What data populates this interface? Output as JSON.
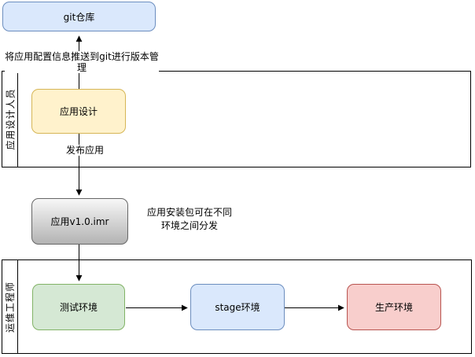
{
  "diagram": {
    "title": "application packaging and deployment flow",
    "nodes": {
      "git_repo": {
        "label": "git仓库",
        "fill": "#dae8fc",
        "stroke": "#6c8ebf"
      },
      "app_design": {
        "label": "应用设计",
        "fill": "#fff2cc",
        "stroke": "#d6b656"
      },
      "app_package": {
        "label": "应用v1.0.imr",
        "fill_top": "#f7f7f7",
        "fill_bottom": "#b3b3b3",
        "stroke": "#666666"
      },
      "test_env": {
        "label": "测试环境",
        "fill": "#d5e8d4",
        "stroke": "#82b366"
      },
      "stage_env": {
        "label": "stage环境",
        "fill": "#dae8fc",
        "stroke": "#6c8ebf"
      },
      "prod_env": {
        "label": "生产环境",
        "fill": "#f8cecc",
        "stroke": "#b85450"
      }
    },
    "lanes": {
      "designer": {
        "label": "应用设计人员"
      },
      "ops": {
        "label": "运维工程师"
      }
    },
    "annotations": {
      "push_to_git": "将应用配置信息推送到git进行版本管理",
      "publish_app": "发布应用",
      "distribute_line1": "应用安装包可在不同",
      "distribute_line2": "环境之间分发"
    },
    "edge_color": "#000000"
  }
}
